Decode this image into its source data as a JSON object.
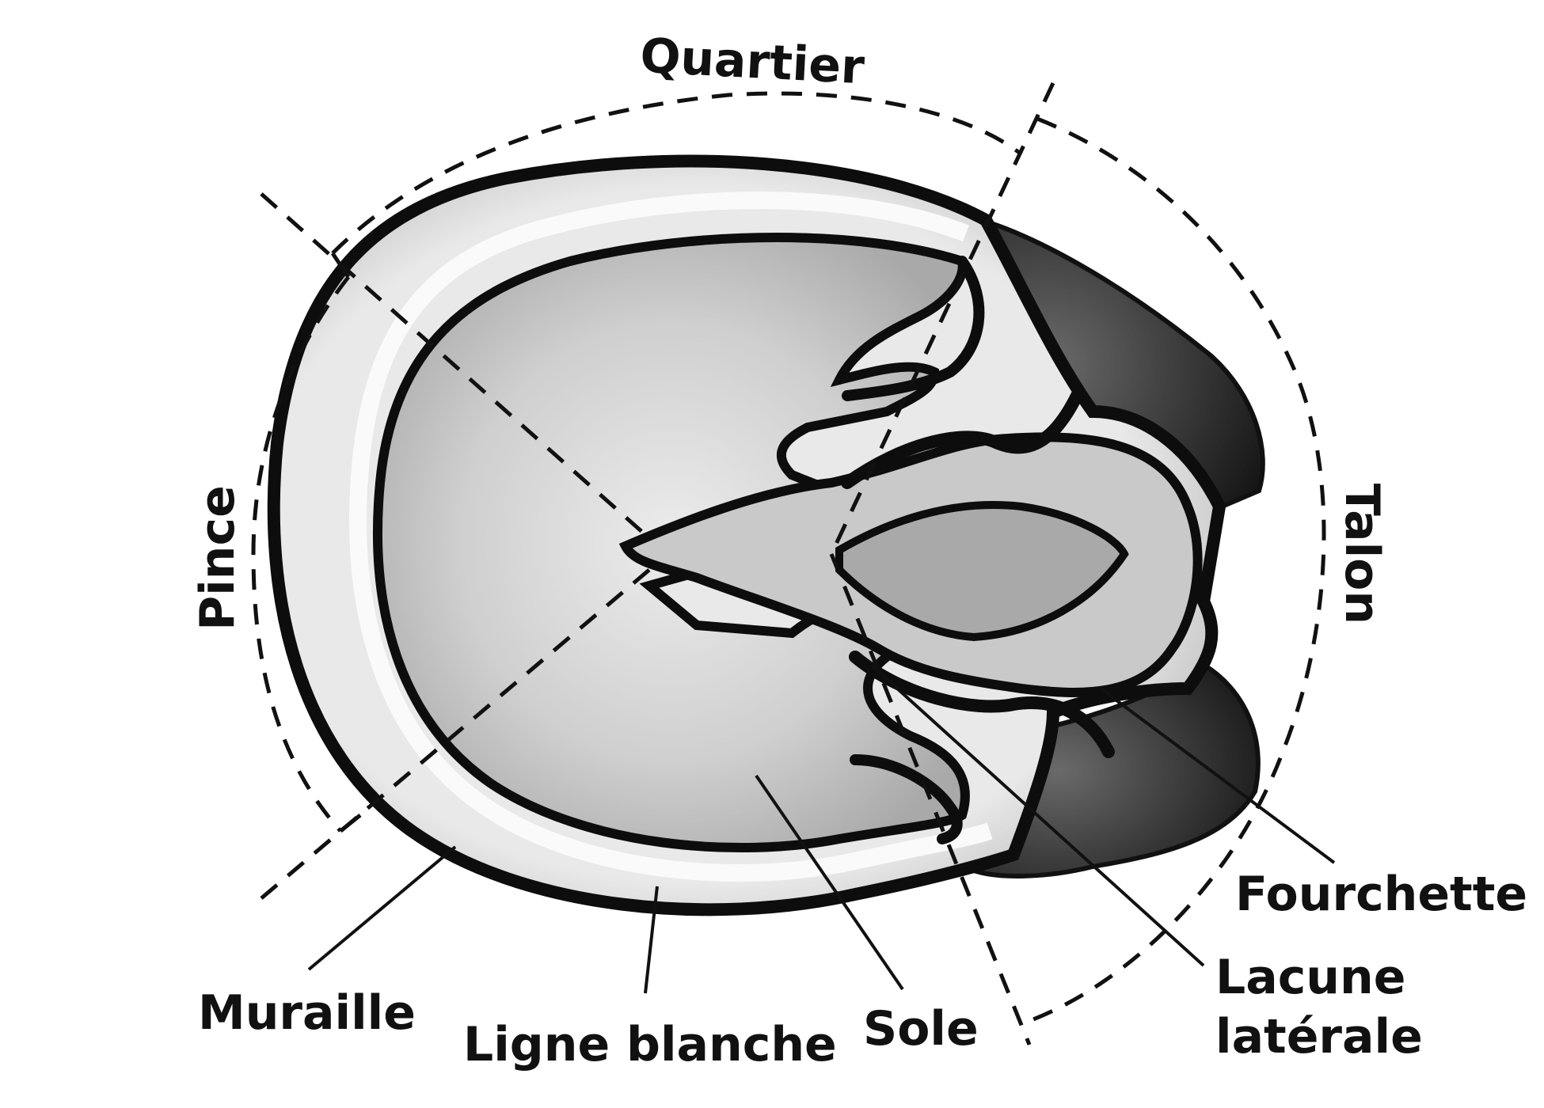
{
  "labels": {
    "quartier": "Quartier",
    "pince": "Pince",
    "talon": "Talon",
    "fourchette": "Fourchette",
    "lacune_line1": "Lacune",
    "lacune_line2": "latérale",
    "muraille": "Muraille",
    "ligne_blanche": "Ligne blanche",
    "sole": "Sole"
  },
  "colors": {
    "ink": "#111111",
    "wall": "#cfcfcf",
    "white_line": "#f7f7f7",
    "sole": "#bdbdbd",
    "sole_center": "#e6e6e6",
    "frog": "#b8b8b8",
    "heel": "#2a2a2a"
  }
}
